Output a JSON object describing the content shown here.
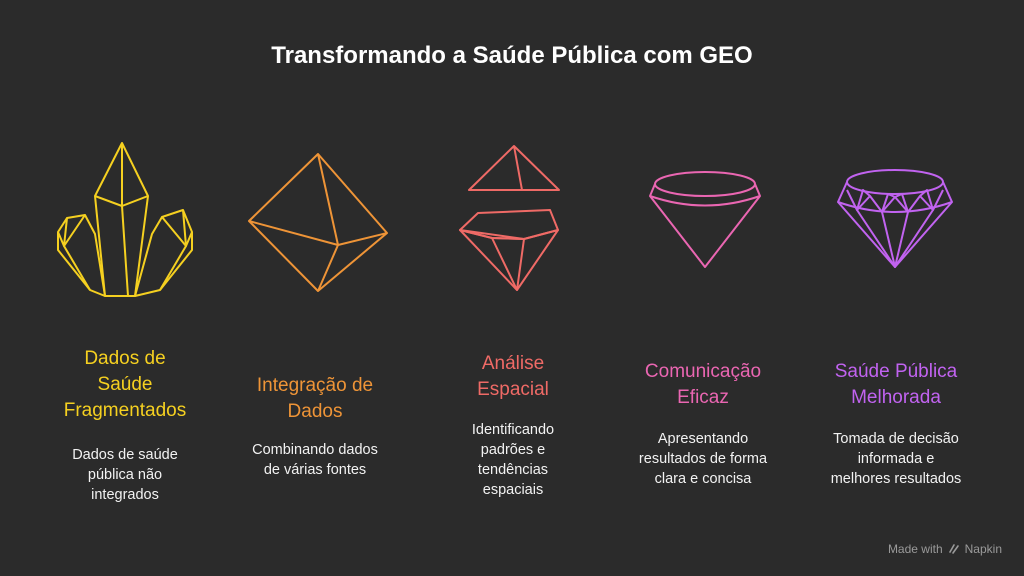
{
  "title": "Transformando a Saúde Pública com GEO",
  "items": [
    {
      "icon": "crystal-cluster-icon",
      "color": "#f5d020",
      "title_lines": [
        "Dados de",
        "Saúde",
        "Fragmentados"
      ],
      "desc_lines": [
        "Dados de saúde",
        "pública não",
        "integrados"
      ]
    },
    {
      "icon": "octahedron-icon",
      "color": "#ee9437",
      "title_lines": [
        "Integração de",
        "Dados"
      ],
      "desc_lines": [
        "Combinando dados",
        "de várias fontes"
      ]
    },
    {
      "icon": "split-gem-icon",
      "color": "#ef6a66",
      "title_lines": [
        "Análise",
        "Espacial"
      ],
      "desc_lines": [
        "Identificando",
        "padrões e",
        "tendências",
        "espaciais"
      ]
    },
    {
      "icon": "cone-gem-icon",
      "color": "#ea66b2",
      "title_lines": [
        "Comunicação",
        "Eficaz"
      ],
      "desc_lines": [
        "Apresentando",
        "resultados de forma",
        "clara e concisa"
      ]
    },
    {
      "icon": "cut-diamond-icon",
      "color": "#c163f0",
      "title_lines": [
        "Saúde Pública",
        "Melhorada"
      ],
      "desc_lines": [
        "Tomada de decisão",
        "informada e",
        "melhores resultados"
      ]
    }
  ],
  "footer": {
    "text": "Made with",
    "brand": "Napkin"
  }
}
